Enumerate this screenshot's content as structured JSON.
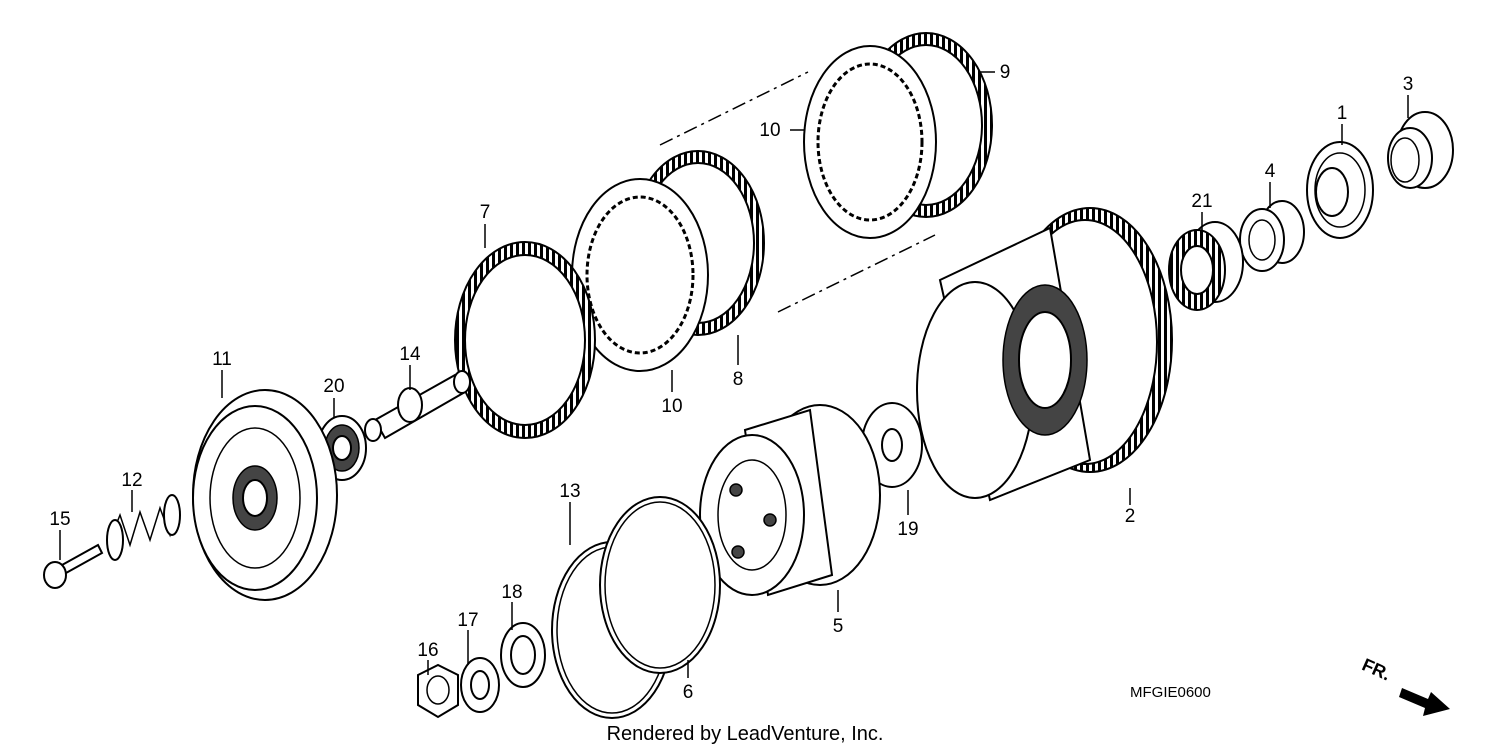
{
  "diagram": {
    "part_labels": [
      "1",
      "2",
      "3",
      "4",
      "5",
      "6",
      "7",
      "8",
      "9",
      "10",
      "10",
      "11",
      "12",
      "13",
      "14",
      "15",
      "16",
      "17",
      "18",
      "19",
      "20",
      "21"
    ],
    "diagram_code": "MFGIE0600",
    "credit": "Rendered by LeadVenture, Inc.",
    "direction_label": "FR.",
    "direction_icon": "arrow-icon",
    "colors": {
      "line": "#000000",
      "background": "#ffffff"
    }
  }
}
